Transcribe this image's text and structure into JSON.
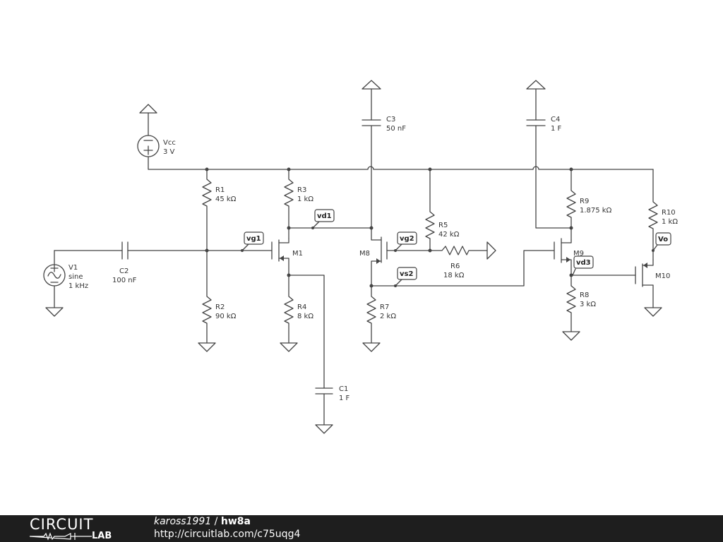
{
  "components": {
    "vcc": {
      "ref": "Vcc",
      "value": "3 V"
    },
    "v1": {
      "ref": "V1",
      "type": "sine",
      "value": "1 kHz"
    },
    "c2": {
      "ref": "C2",
      "value": "100 nF"
    },
    "r1": {
      "ref": "R1",
      "value": "45 kΩ"
    },
    "r2": {
      "ref": "R2",
      "value": "90 kΩ"
    },
    "r3": {
      "ref": "R3",
      "value": "1 kΩ"
    },
    "r4": {
      "ref": "R4",
      "value": "8 kΩ"
    },
    "m1": {
      "ref": "M1"
    },
    "c1": {
      "ref": "C1",
      "value": "1 F"
    },
    "c3": {
      "ref": "C3",
      "value": "50 nF"
    },
    "m8": {
      "ref": "M8"
    },
    "r5": {
      "ref": "R5",
      "value": "42 kΩ"
    },
    "r6": {
      "ref": "R6",
      "value": "18 kΩ"
    },
    "r7": {
      "ref": "R7",
      "value": "2 kΩ"
    },
    "c4": {
      "ref": "C4",
      "value": "1 F"
    },
    "r9": {
      "ref": "R9",
      "value": "1.875 kΩ"
    },
    "m9": {
      "ref": "M9"
    },
    "r8": {
      "ref": "R8",
      "value": "3 kΩ"
    },
    "r10": {
      "ref": "R10",
      "value": "1 kΩ"
    },
    "m10": {
      "ref": "M10"
    }
  },
  "probes": {
    "vg1": "vg1",
    "vd1": "vd1",
    "vg2": "vg2",
    "vs2": "vs2",
    "vd3": "vd3",
    "vo": "Vo"
  },
  "footer": {
    "logo_top": "CIRCUIT",
    "logo_bottom": "LAB",
    "user": "kaross1991",
    "separator": " / ",
    "project": "hw8a",
    "url": "http://circuitlab.com/c75uqg4"
  }
}
